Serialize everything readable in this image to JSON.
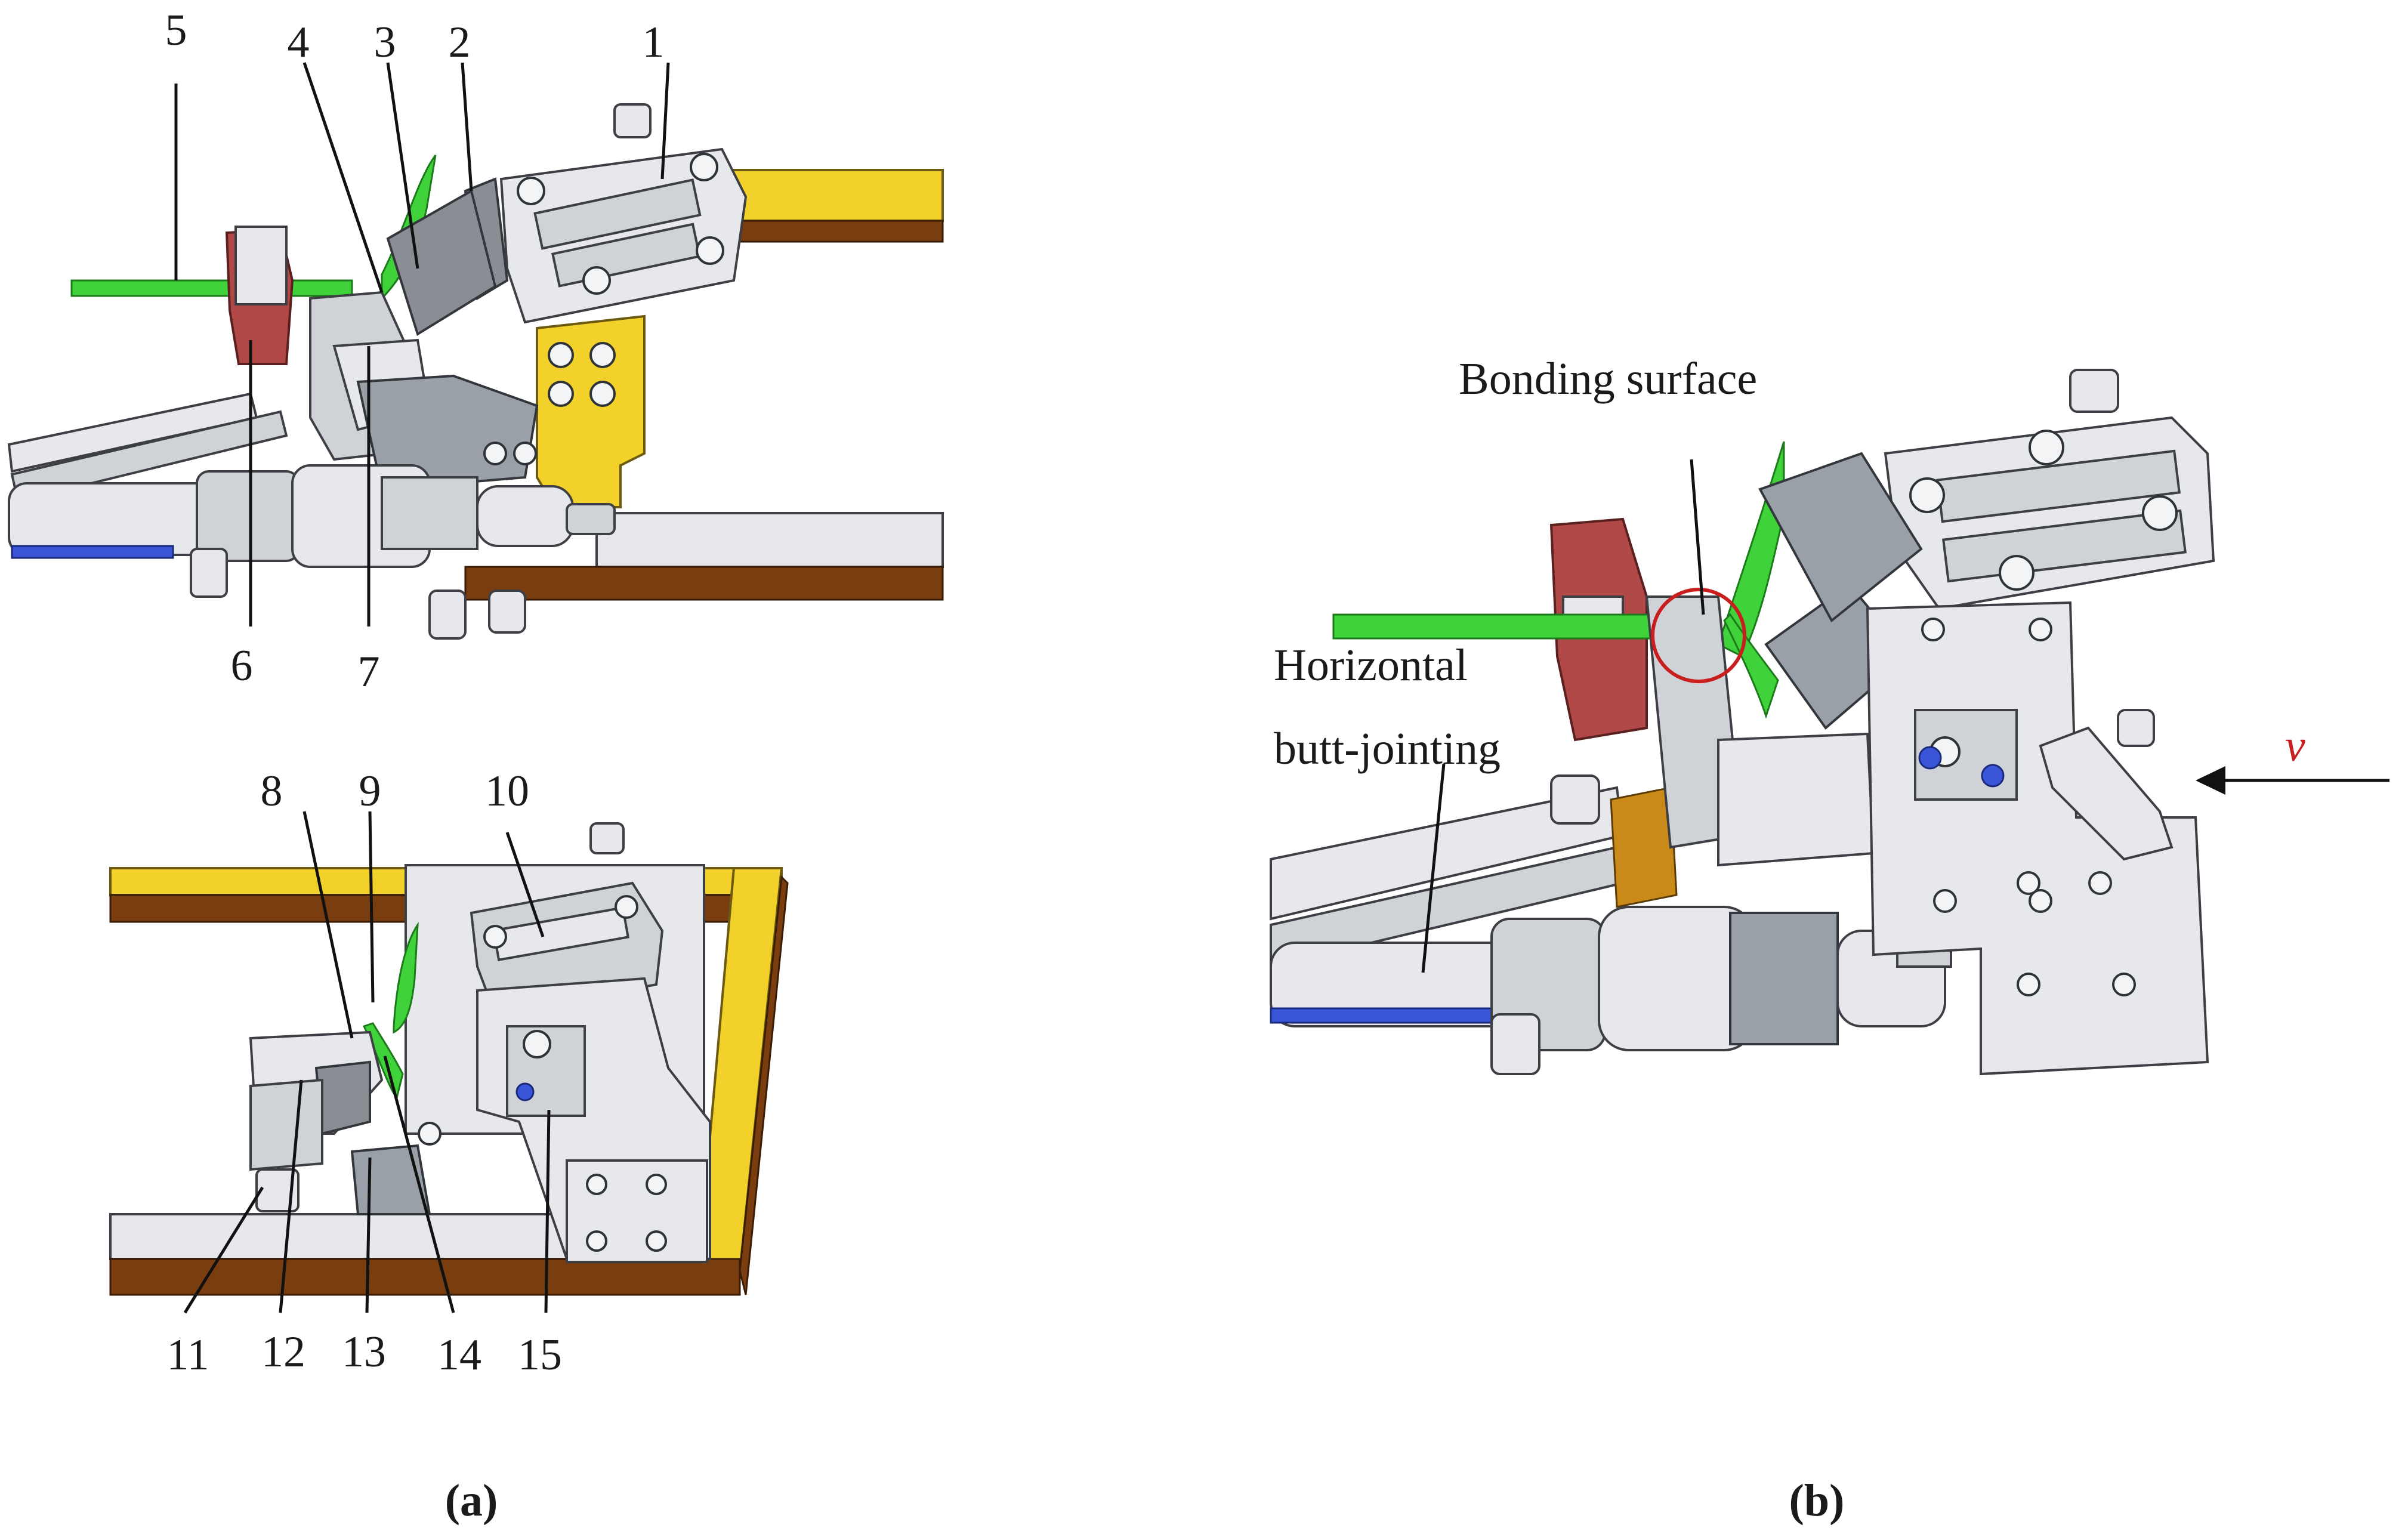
{
  "panel_a": {
    "caption": "(a)",
    "callouts_top": [
      "1",
      "2",
      "3",
      "4",
      "5",
      "6",
      "7"
    ],
    "callouts_bottom": [
      "8",
      "9",
      "10",
      "11",
      "12",
      "13",
      "14",
      "15"
    ]
  },
  "panel_b": {
    "caption": "(b)",
    "bonding_label": "Bonding surface",
    "horizontal_label_line1": "Horizontal",
    "horizontal_label_line2": "butt-jointing",
    "velocity_label": "v"
  },
  "colors": {
    "frame_yellow": "#f2d12a",
    "frame_brown": "#7a3d10",
    "part_green": "#3fd23a",
    "block_red": "#b04848",
    "rod_blue": "#3b55d8",
    "highlight_circle": "#c81e1e",
    "velocity_red": "#c81e1e"
  }
}
